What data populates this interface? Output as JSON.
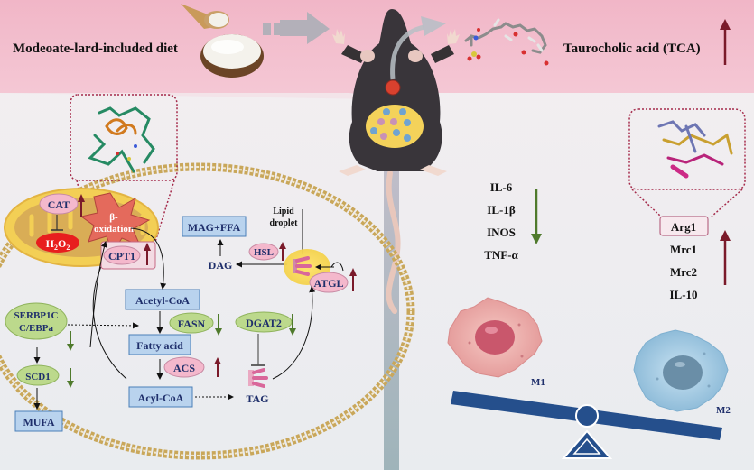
{
  "header": {
    "diet_label": "Modeoate-lard-included diet",
    "metabolite_label": "Taurocholic acid (TCA)",
    "metabolite_trend": "up"
  },
  "liver_cell": {
    "mitochondrion": {
      "cat": "CAT",
      "h2o2": "H",
      "h2o2_sub": "2",
      "h2o2_o": "O",
      "h2o2_sub2": "2",
      "beta_ox_line1": "β-",
      "beta_ox_line2": "oxidation",
      "cpt1": "CPT1",
      "cat_trend": "up",
      "cpt1_trend": "up"
    },
    "lipolysis": {
      "mag_ffa": "MAG+FFA",
      "dag": "DAG",
      "hsl": "HSL",
      "hsl_trend": "up",
      "lipid_droplet_line1": "Lipid",
      "lipid_droplet_line2": "droplet",
      "atgl": "ATGL",
      "atgl_trend": "up"
    },
    "lipogenesis": {
      "acetyl_coa": "Acetyl-CoA",
      "fasn": "FASN",
      "fasn_trend": "down",
      "dgat2": "DGAT2",
      "dgat2_trend": "down",
      "fatty_acid": "Fatty acid",
      "acs": "ACS",
      "acs_trend": "up",
      "acyl_coa": "Acyl-CoA",
      "tag": "TAG"
    },
    "transcription": {
      "serbp1c_line1": "SERBP1C",
      "serbp1c_line2": "C/EBPa",
      "serbp1c_trend": "down",
      "scd1": "SCD1",
      "scd1_trend": "down",
      "mufa": "MUFA"
    }
  },
  "macrophage": {
    "pro_inflammatory": [
      "IL-6",
      "IL-1β",
      "INOS",
      "TNF-α"
    ],
    "pro_inflammatory_trend": "down",
    "anti_inflammatory": [
      "Arg1",
      "Mrc1",
      "Mrc2",
      "IL-10"
    ],
    "anti_inflammatory_trend": "up",
    "m1_label": "M1",
    "m2_label": "M2"
  },
  "colors": {
    "up_arrow": "#7a1a2a",
    "down_arrow": "#4f7a2c",
    "navy_text": "#1f2f6b",
    "box_fill": "#b9d3ee",
    "box_stroke": "#4a7fb8",
    "green_cloud": "#bcd98c",
    "pink_cloud": "#f4b8cc",
    "membrane": "#c9a75a",
    "header_pink": "#f2c1cf",
    "seesaw": "#254f8c"
  }
}
